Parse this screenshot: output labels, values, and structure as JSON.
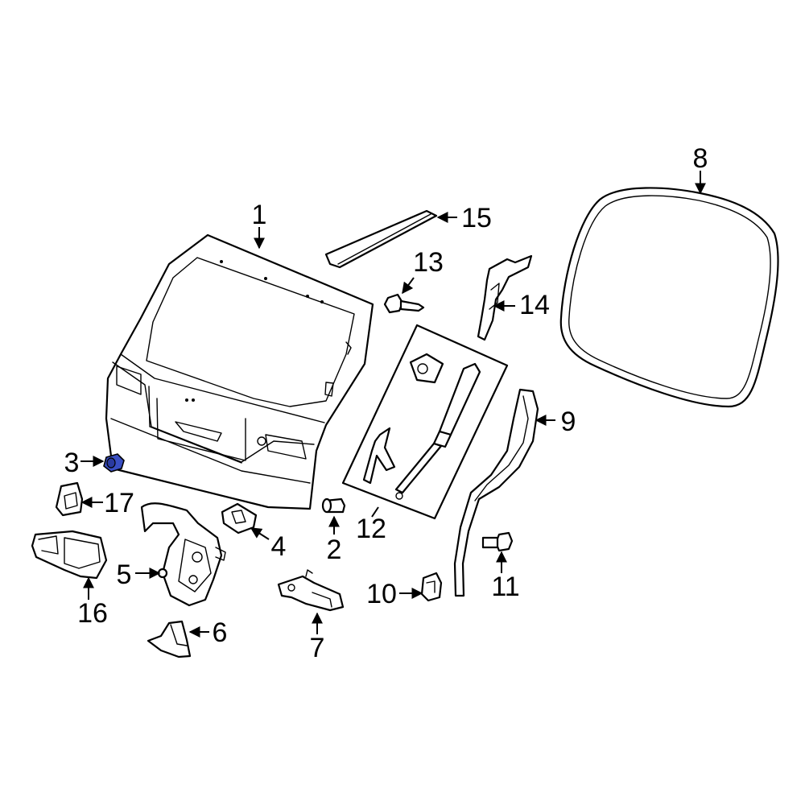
{
  "diagram": {
    "highlight_color": "#3a4fc4",
    "highlighted_part": "3",
    "callouts": {
      "c1": "1",
      "c2": "2",
      "c3": "3",
      "c4": "4",
      "c5": "5",
      "c6": "6",
      "c7": "7",
      "c8": "8",
      "c9": "9",
      "c10": "10",
      "c11": "11",
      "c12": "12",
      "c13": "13",
      "c14": "14",
      "c15": "15",
      "c16": "16",
      "c17": "17"
    }
  }
}
